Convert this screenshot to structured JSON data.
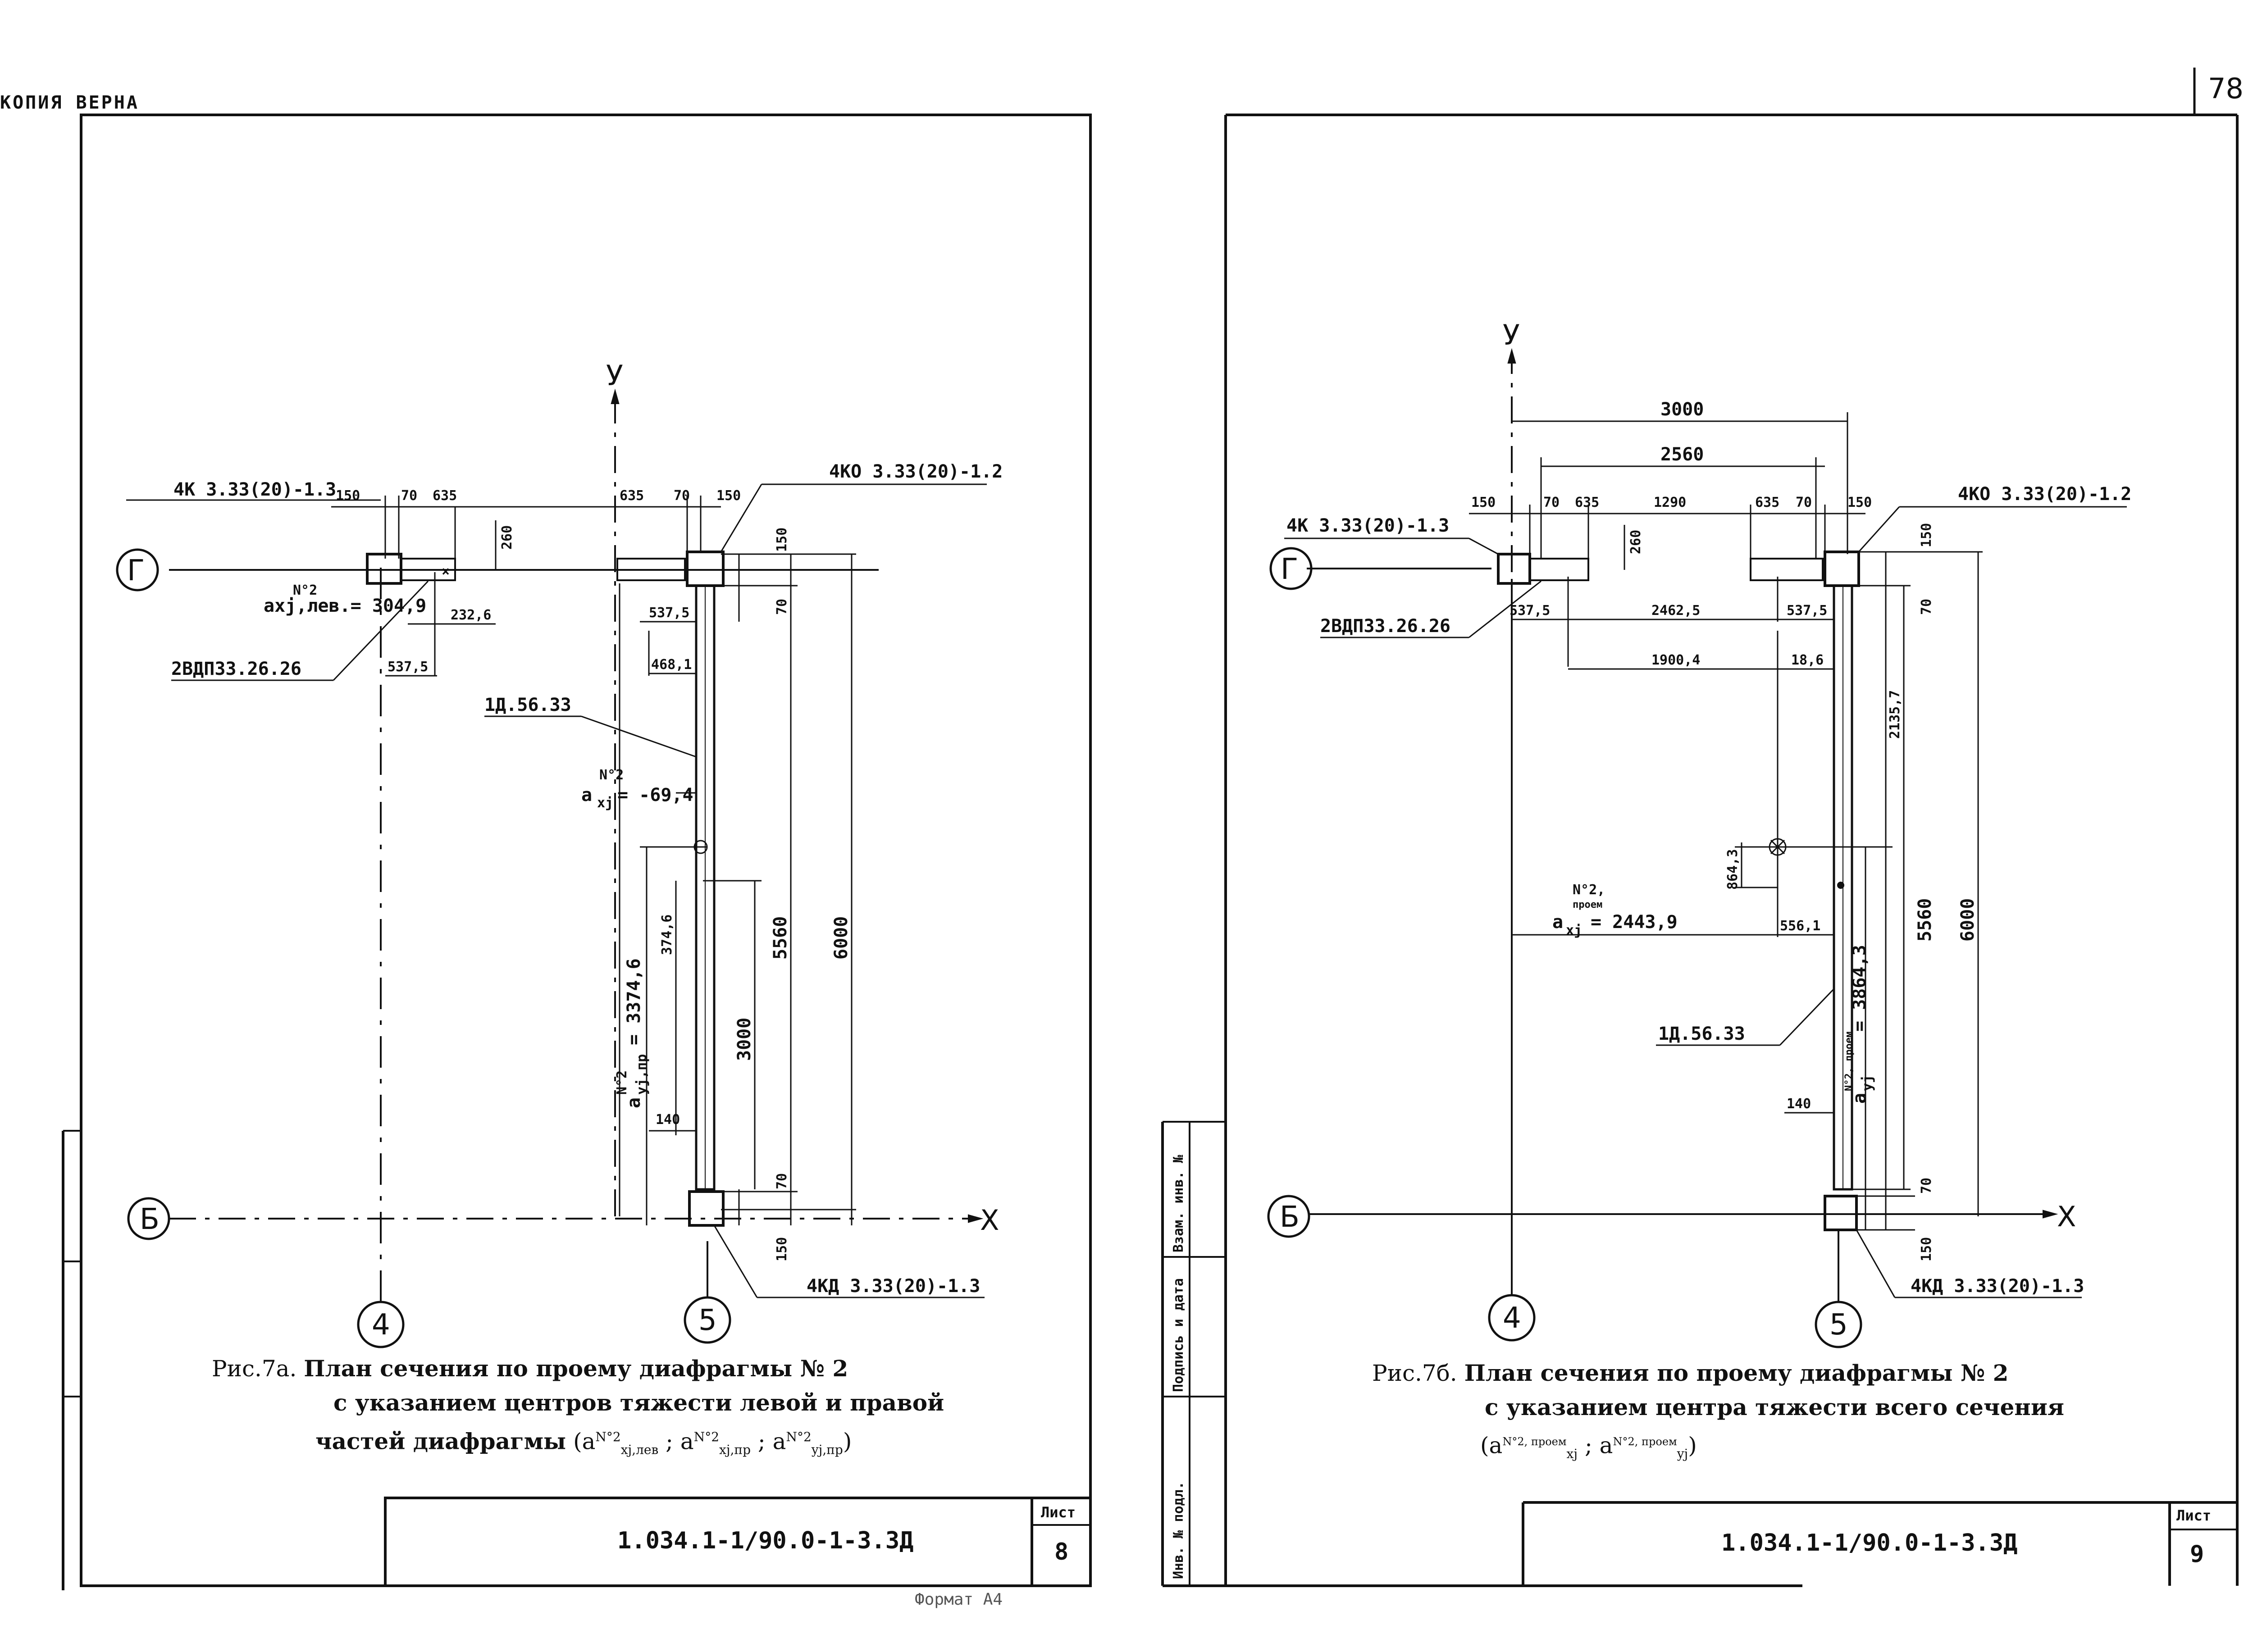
{
  "top_note": "КОПИЯ ВЕРНА",
  "sheet_number": "78",
  "format_note": "Формат А4",
  "left_drawing": {
    "axis_y": "У",
    "axis_x": "X",
    "grid": {
      "g": "Г",
      "b": "Б",
      "n4": "4",
      "n5": "5"
    },
    "labels": {
      "k_left": "4К 3.33(20)-1.3",
      "ko_right": "4КО 3.33(20)-1.2",
      "kd_bottom": "4КД 3.33(20)-1.3",
      "vdp": "2ВДП33.26.26",
      "d": "1Д.56.33"
    },
    "dims": {
      "d150a": "150",
      "d70a": "70",
      "d635a": "635",
      "d260": "260",
      "d635b": "635",
      "d70b": "70",
      "d150b": "150",
      "d150v": "150",
      "d70v": "70",
      "d232": "232,6",
      "d537l": "537,5",
      "d537r": "537,5",
      "d468": "468,1",
      "d374": "374,6",
      "d140": "140",
      "d3000": "3000",
      "d5560": "5560",
      "d6000": "6000",
      "d70c": "70",
      "d150c": "150"
    },
    "annot": {
      "sup1": "N°2",
      "ax_lev": "аxj,лев.= 304,9",
      "sup2": "N°2",
      "ax_j": "а",
      "ax_j_sub": "xj",
      "ax_j_val": "= -69,4",
      "ay": "а",
      "ay_sup": "N°2",
      "ay_sub": "yj,пр",
      "ay_val": "= 3374,6"
    },
    "caption": {
      "lead": "Рис.7а.",
      "line1": "План сечения по проему диафрагмы № 2",
      "line2": "с указанием центров тяжести левой и правой",
      "line3": "частей диафрагмы",
      "f1": "(a",
      "f1_sup": "N°2",
      "f1_sub": "xj,лев",
      "f2": ";   a",
      "f2_sup": "N°2",
      "f2_sub": "xj,пр",
      "f3": "; a",
      "f3_sup": "N°2",
      "f3_sub": "yj,пр",
      "f3_end": ")"
    },
    "title_block": {
      "code": "1.034.1-1/90.0-1-3.3Д",
      "sheet_label": "Лист",
      "sheet_no": "8"
    }
  },
  "right_drawing": {
    "axis_y": "У",
    "axis_x": "X",
    "grid": {
      "g": "Г",
      "b": "Б",
      "n4": "4",
      "n5": "5"
    },
    "labels": {
      "k_left": "4К 3.33(20)-1.3",
      "ko_right": "4КО 3.33(20)-1.2",
      "kd_bottom": "4КД 3.33(20)-1.3",
      "vdp": "2ВДП33.26.26",
      "d": "1Д.56.33"
    },
    "dims": {
      "d3000": "3000",
      "d2560": "2560",
      "d150a": "150",
      "d70a": "70",
      "d635a": "635",
      "d1290": "1290",
      "d635b": "635",
      "d70b": "70",
      "d150b": "150",
      "d260": "260",
      "d150v": "150",
      "d70v": "70",
      "d537l": "537,5",
      "d2462": "2462,5",
      "d537r": "537,5",
      "d1900": "1900,4",
      "d18": "18,6",
      "d2135": "2135,7",
      "d864": "864,3",
      "d556": "556,1",
      "d5560": "5560",
      "d6000": "6000",
      "d140": "140",
      "d70c": "70",
      "d150c": "150"
    },
    "annot": {
      "ax_sup": "N°2,",
      "ax_sup2": "проем",
      "ax": "а",
      "ax_sub": "xj",
      "ax_val": "= 2443,9",
      "ay": "а",
      "ay_sup": "N°2, проем",
      "ay_sub": "yj",
      "ay_val": "= 3864,3"
    },
    "caption": {
      "lead": "Рис.7б.",
      "line1": "План сечения по проему диафрагмы № 2",
      "line2": "с указанием центра тяжести всего сечения",
      "f1": "(a",
      "f1_sup": "N°2, проем",
      "f1_sub": "xj",
      "f2": ";  a",
      "f2_sup": "N°2, проем",
      "f2_sub": "yj",
      "f2_end": ")"
    },
    "title_block": {
      "code": "1.034.1-1/90.0-1-3.3Д",
      "sheet_label": "Лист",
      "sheet_no": "9"
    },
    "side_stamp": {
      "s1": "Инв. № подл.",
      "s2": "Подпись и дата",
      "s3": "Взам. инв. №"
    }
  }
}
